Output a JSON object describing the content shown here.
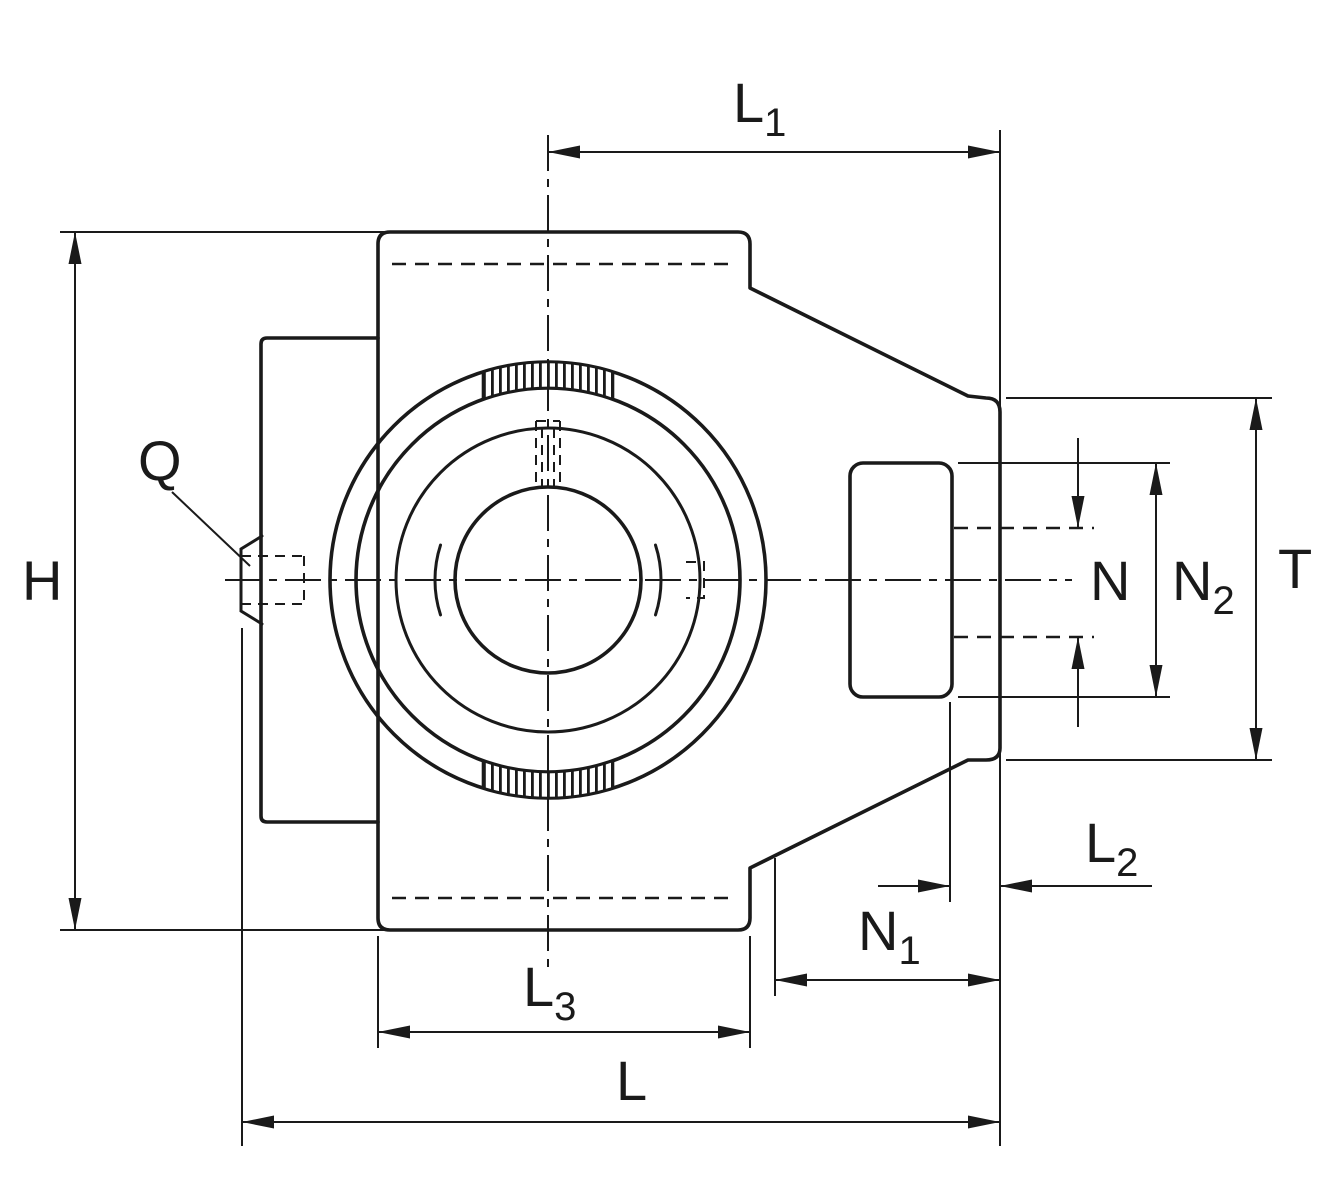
{
  "figure": {
    "kind": "technical dimension drawing",
    "subject": "take-up bearing housing unit, front view"
  },
  "colors": {
    "line": "#1a1a1a",
    "background": "#ffffff"
  },
  "dimensions": {
    "L1": {
      "base": "L",
      "sub": "1"
    },
    "H": {
      "base": "H",
      "sub": ""
    },
    "Q": {
      "base": "Q",
      "sub": ""
    },
    "N": {
      "base": "N",
      "sub": ""
    },
    "N2": {
      "base": "N",
      "sub": "2"
    },
    "T": {
      "base": "T",
      "sub": ""
    },
    "L2": {
      "base": "L",
      "sub": "2"
    },
    "N1": {
      "base": "N",
      "sub": "1"
    },
    "L3": {
      "base": "L",
      "sub": "3"
    },
    "L": {
      "base": "L",
      "sub": ""
    }
  }
}
